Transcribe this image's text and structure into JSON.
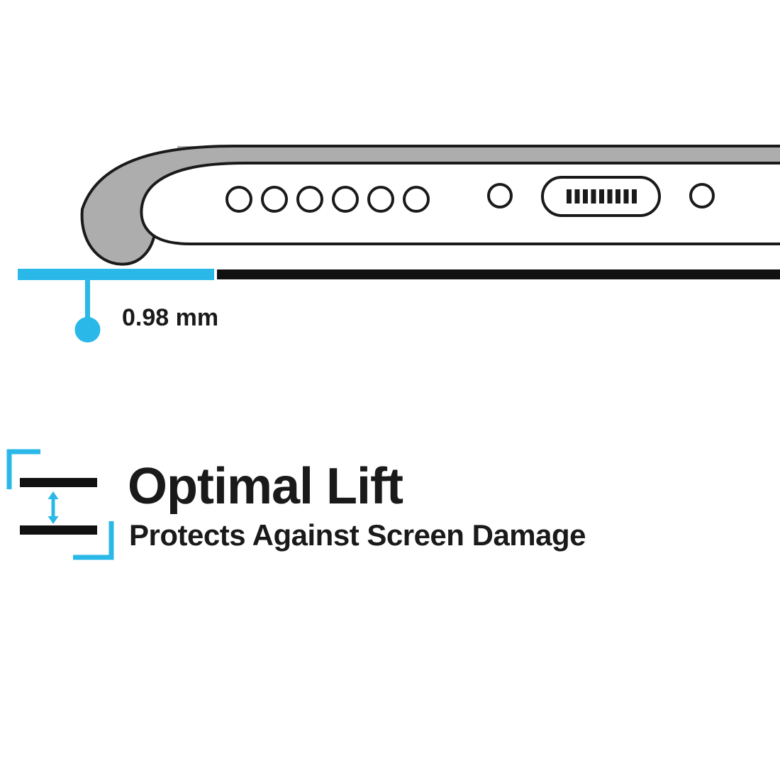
{
  "colors": {
    "accent": "#29B8E8",
    "ink": "#1A1A1A",
    "case_gray": "#ADADAD",
    "surface": "#111111",
    "background": "#FFFFFF"
  },
  "measurement": {
    "label": "0.98 mm"
  },
  "feature": {
    "title": "Optimal Lift",
    "subtitle": "Protects Against Screen Damage"
  },
  "icons": {
    "lift_arrow": "double-vertical-arrow",
    "measurement_pointer": "drop-line-with-dot",
    "brackets": "cyan-corner-brackets"
  }
}
